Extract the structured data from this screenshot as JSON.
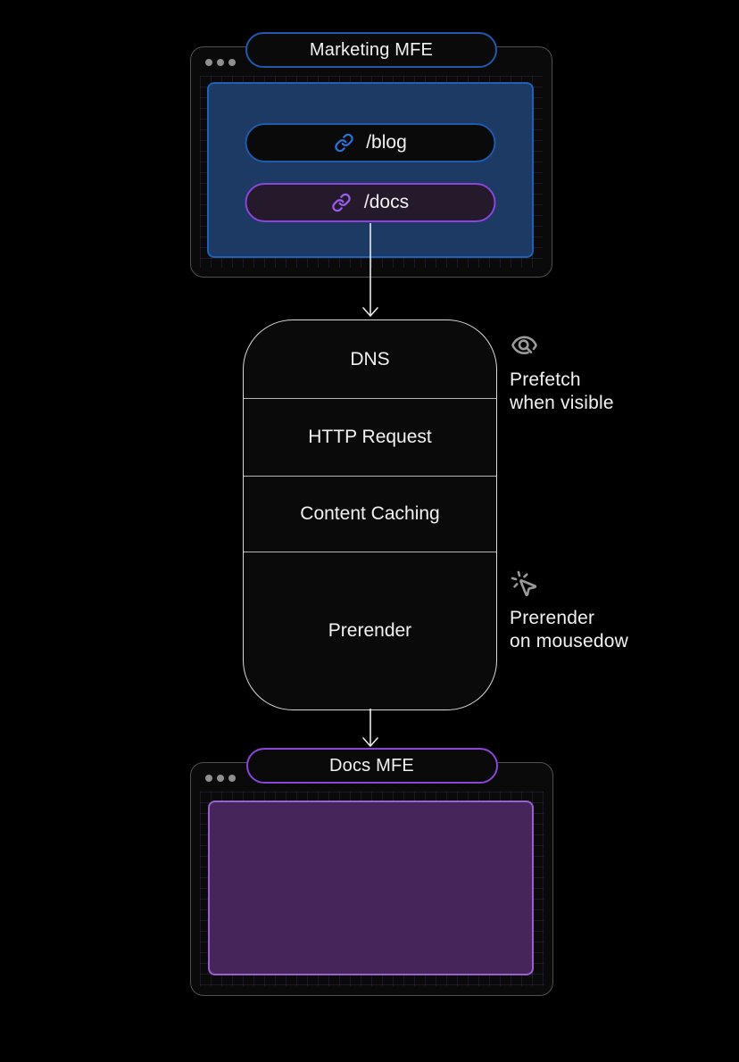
{
  "colors": {
    "page_bg": "#000000",
    "window_bg": "#0a0a0a",
    "window_border": "#4f4f4f",
    "traffic_dot": "#8f8f8f",
    "blue_accent": "#1f5aad",
    "blue_panel_fill": "#1c3a63",
    "blue_panel_border": "#2061b5",
    "blue_link_icon": "#2e6fd6",
    "purple_accent": "#8b45d9",
    "purple_panel_fill": "#46265a",
    "purple_panel_border": "#9b5fd0",
    "purple_link_icon": "#9d5cf0",
    "docs_pill_fill": "#241a2b",
    "pipeline_border": "#d8d8d8",
    "text_primary": "#f2f2f2",
    "annotation_icon": "#9a9a9a",
    "arrow": "#e9e9e9"
  },
  "marketing_window": {
    "title": "Marketing MFE",
    "links": [
      {
        "label": "/blog",
        "icon": "link-icon",
        "accent": "blue"
      },
      {
        "label": "/docs",
        "icon": "link-icon",
        "accent": "purple"
      }
    ]
  },
  "pipeline": {
    "stages": [
      {
        "label": "DNS"
      },
      {
        "label": "HTTP Request"
      },
      {
        "label": "Content Caching"
      },
      {
        "label": "Prerender"
      }
    ]
  },
  "annotations": [
    {
      "icon": "eye-search-icon",
      "lines": [
        "Prefetch",
        "when visible"
      ]
    },
    {
      "icon": "mouse-pointer-click-icon",
      "lines": [
        "Prerender",
        "on mousedow"
      ]
    }
  ],
  "docs_window": {
    "title": "Docs MFE"
  }
}
